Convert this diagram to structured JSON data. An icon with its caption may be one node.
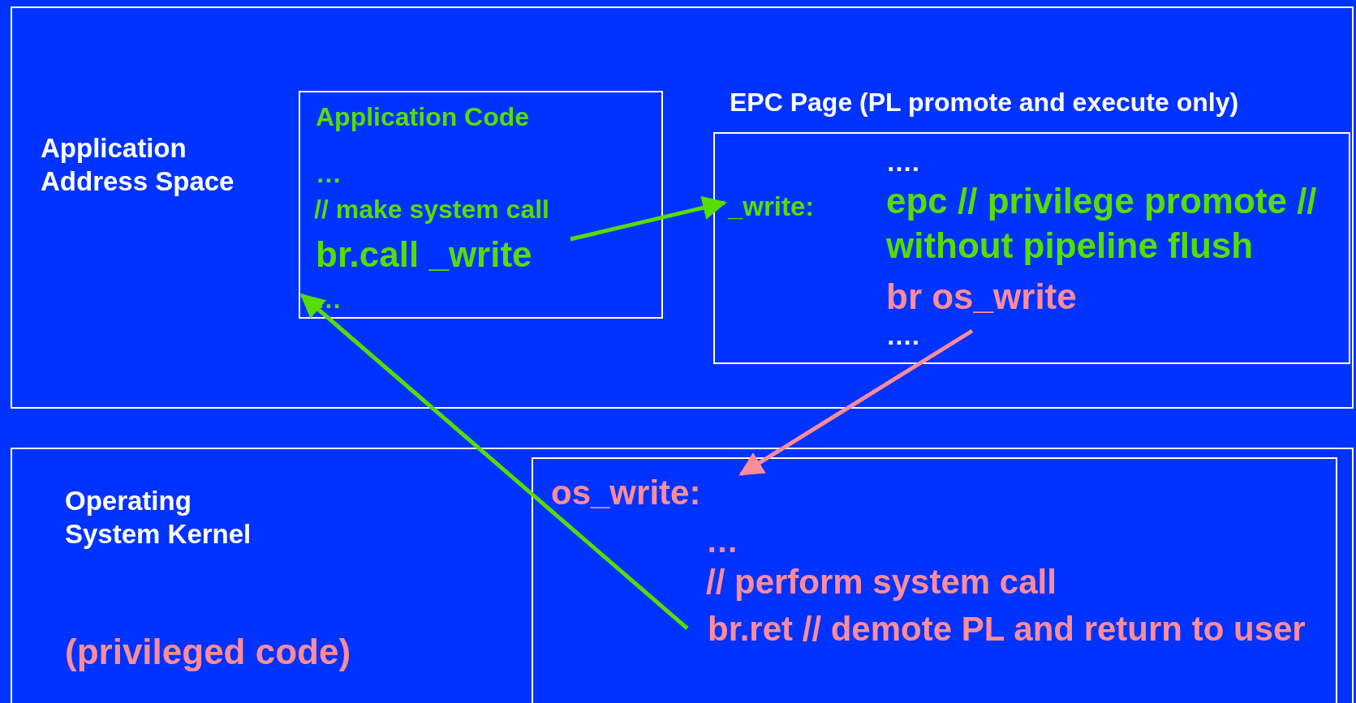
{
  "diagram": {
    "nodes": [
      {
        "text": [
          "Application Address Space"
        ]
      },
      {
        "text": [
          "Application Code",
          "…",
          "// make system call"
        ],
        "in": 0
      },
      {
        "text": [
          "br.call _write"
        ],
        "in": 1
      },
      {
        "text": [
          "…"
        ],
        "in": 1
      },
      {
        "text": [
          "EPC Page (PL promote and execute only)",
          "….",
          "epc // privilege promote // without pipeline flush",
          "…."
        ],
        "in": 0
      },
      {
        "text": [
          "_write:"
        ],
        "in": 4
      },
      {
        "text": [
          "br os_write"
        ],
        "in": 4
      },
      {
        "text": [
          "Operating System Kernel",
          "(privileged code)"
        ]
      },
      {
        "text": [
          "…",
          "// perform system call"
        ],
        "in": 7
      },
      {
        "text": [
          "os_write:"
        ],
        "in": 8
      },
      {
        "text": [
          "br.ret // demote PL and return to user"
        ],
        "in": 8
      }
    ],
    "edges": [
      {
        "from": 2,
        "to": 5,
        "arrow": "to"
      },
      {
        "from": 10,
        "to": 3,
        "arrow": "to"
      },
      {
        "from": 6,
        "to": 9,
        "arrow": "to",
        "color": "#ff8c9a"
      }
    ]
  }
}
